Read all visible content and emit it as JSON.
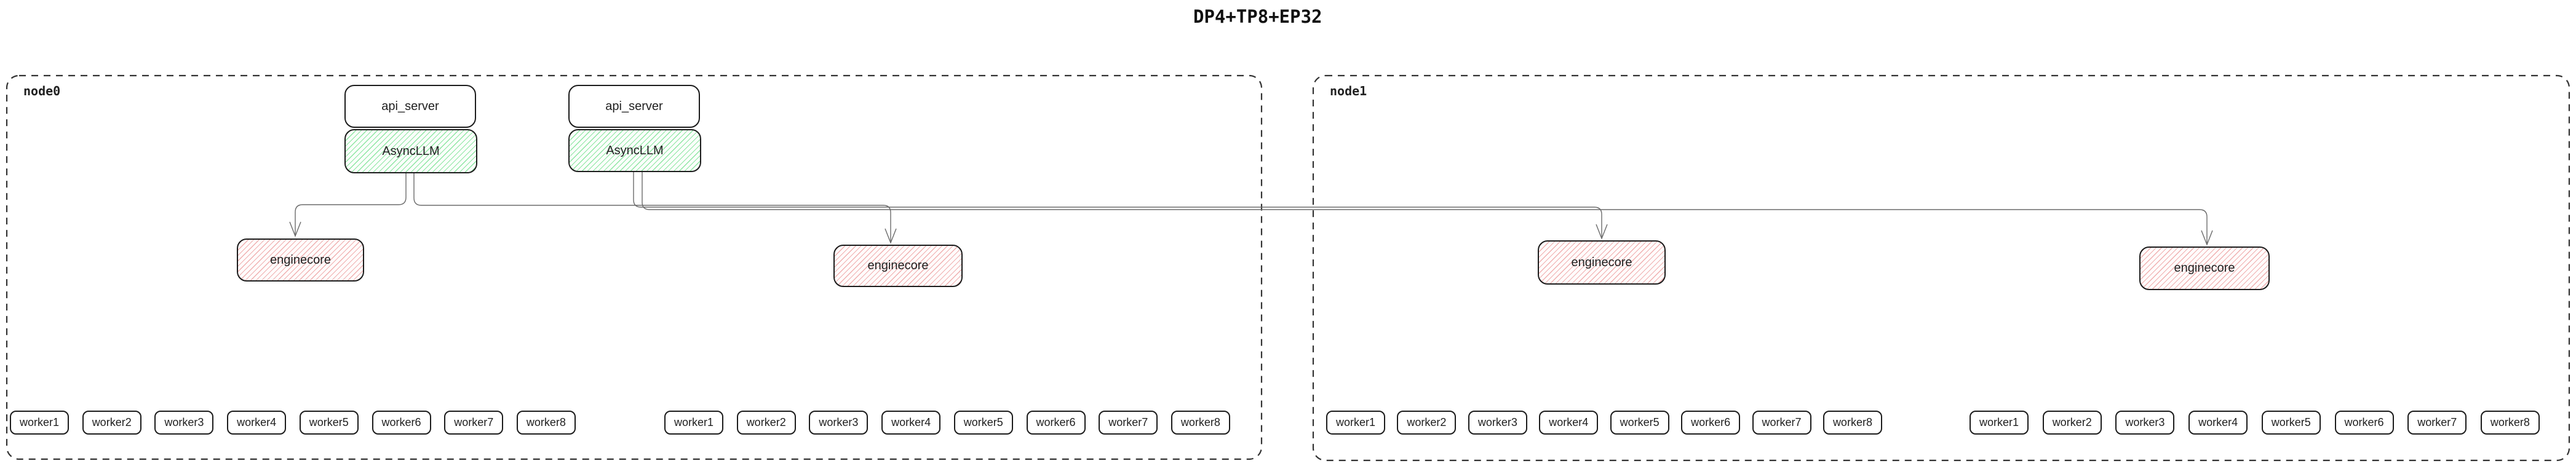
{
  "title": "DP4+TP8+EP32",
  "colors": {
    "green_hatch": "#8ee6a3",
    "pink_hatch": "#f0b0b0",
    "box_border": "#1c1c1c",
    "wire": "#6b6b6b",
    "container_dash": "#333333"
  },
  "nodes": [
    {
      "label": "node0",
      "api_servers": [
        "api_server",
        "api_server"
      ],
      "asyncllms": [
        "AsyncLLM",
        "AsyncLLM"
      ],
      "enginecores": [
        "enginecore",
        "enginecore"
      ],
      "worker_groups": [
        [
          "worker1",
          "worker2",
          "worker3",
          "worker4",
          "worker5",
          "worker6",
          "worker7",
          "worker8"
        ],
        [
          "worker1",
          "worker2",
          "worker3",
          "worker4",
          "worker5",
          "worker6",
          "worker7",
          "worker8"
        ]
      ]
    },
    {
      "label": "node1",
      "enginecores": [
        "enginecore",
        "enginecore"
      ],
      "worker_groups": [
        [
          "worker1",
          "worker2",
          "worker3",
          "worker4",
          "worker5",
          "worker6",
          "worker7",
          "worker8"
        ],
        [
          "worker1",
          "worker2",
          "worker3",
          "worker4",
          "worker5",
          "worker6",
          "worker7",
          "worker8"
        ]
      ]
    }
  ]
}
